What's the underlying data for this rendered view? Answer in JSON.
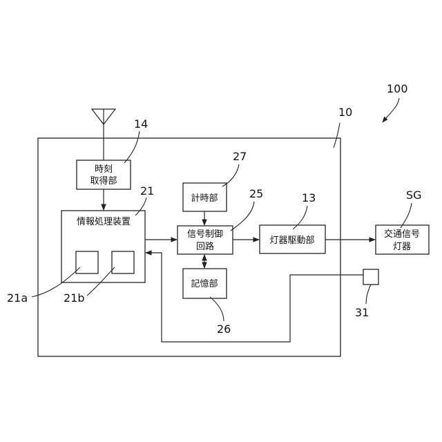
{
  "diagram": {
    "system_ref": "100",
    "device_ref": "10",
    "blocks": {
      "time_acquisition": {
        "line1": "時刻",
        "line2": "取得部",
        "ref": "14"
      },
      "info_processing": {
        "label": "情報処理装置",
        "ref": "21",
        "sub_a_ref": "21a",
        "sub_b_ref": "21b"
      },
      "clock": {
        "label": "計時部",
        "ref": "27"
      },
      "signal_control": {
        "line1": "信号制御",
        "line2": "回路",
        "ref": "25"
      },
      "memory": {
        "label": "記憶部",
        "ref": "26"
      },
      "lamp_driver": {
        "label": "灯器駆動部",
        "ref": "13"
      },
      "traffic_signal": {
        "line1": "交通信号",
        "line2": "灯器",
        "ref": "SG"
      },
      "sensor": {
        "ref": "31"
      }
    }
  }
}
